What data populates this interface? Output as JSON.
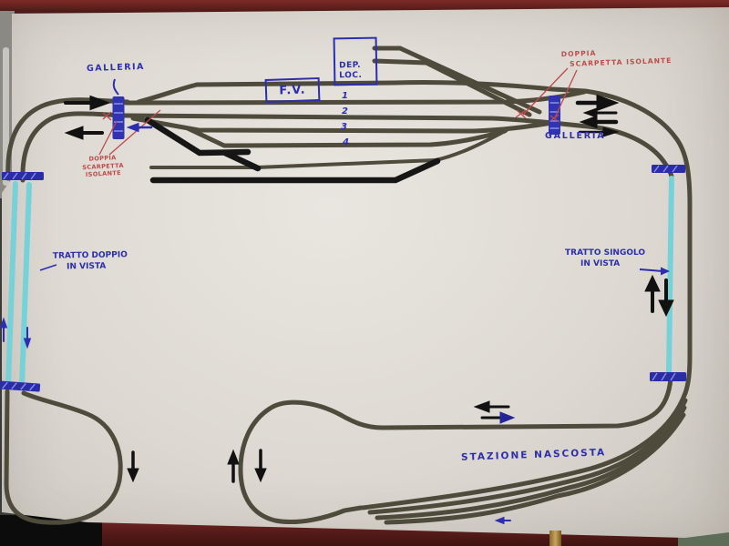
{
  "scene": {
    "type": "photograph of a hand-drawn model railway track plan on paper",
    "paper_color": "#e2dfd8",
    "table_color": "#5f2220"
  },
  "palette": {
    "track_gray": "#4e4b3d",
    "siding_black": "#161616",
    "visible_track_cyan": "#76d2d8",
    "ink_blue": "#2c2eae",
    "ink_red": "#bf4a4a"
  },
  "station": {
    "building_box": "F.V.",
    "depot_box_line1": "DEP.",
    "depot_box_line2": "LOC.",
    "track_numbers": [
      "1",
      "2",
      "3",
      "4"
    ]
  },
  "labels": {
    "galleria_left": "GALLERIA",
    "galleria_right": "GALLERIA",
    "insulated_left": [
      "DOPPIA",
      "SCARPETTA",
      "ISOLANTE"
    ],
    "insulated_right": [
      "DOPPIA",
      "SCARPETTA ISOLANTE"
    ],
    "double_track": [
      "TRATTO DOPPIO",
      "IN VISTA"
    ],
    "single_track": [
      "TRATTO SINGOLO",
      "IN VISTA"
    ],
    "hidden_station": "STAZIONE NASCOSTA"
  },
  "arrows": {
    "left_station": [
      "right",
      "left"
    ],
    "after_left_tunnel_blue": [
      "left"
    ],
    "right_station": [
      "right",
      "left",
      "left",
      "right"
    ],
    "right_edge": [
      "up",
      "down"
    ],
    "center_connector": [
      "left",
      "right"
    ],
    "bottom_left_loop": [
      "down"
    ],
    "bottom_center_loop": [
      "up",
      "down"
    ],
    "left_edge_blue": [
      "up",
      "down"
    ],
    "hidden_station_blue": [
      "left"
    ]
  }
}
